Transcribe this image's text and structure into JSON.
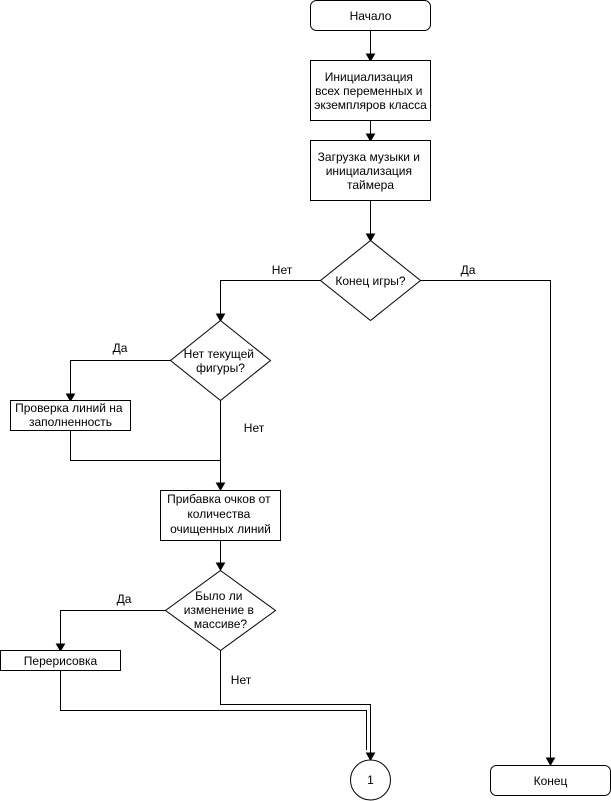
{
  "nodes": {
    "start": {
      "lines": [
        "Начало"
      ]
    },
    "init": {
      "lines": [
        "Инициализация",
        "всех переменных и",
        "экземпляров класса"
      ]
    },
    "load": {
      "lines": [
        "Загрузка музыки и",
        "инициализация",
        "таймера"
      ]
    },
    "game_over": {
      "lines": [
        "Конец игры?"
      ]
    },
    "no_figure": {
      "lines": [
        "Нет текущей",
        "фигуры?"
      ]
    },
    "check_lines": {
      "lines": [
        "Проверка линий на",
        "заполненность"
      ]
    },
    "add_score": {
      "lines": [
        "Прибавка очков от",
        "количества",
        "очищенных линий"
      ]
    },
    "array_changed": {
      "lines": [
        "Было ли",
        "изменение в",
        "массиве?"
      ]
    },
    "redraw": {
      "lines": [
        "Перерисовка"
      ]
    },
    "connector": {
      "lines": [
        "1"
      ]
    },
    "end": {
      "lines": [
        "Конец"
      ]
    }
  },
  "edge_labels": {
    "game_over_no": "Нет",
    "game_over_yes": "Да",
    "no_figure_yes": "Да",
    "no_figure_no": "Нет",
    "array_changed_yes": "Да",
    "array_changed_no": "Нет"
  }
}
